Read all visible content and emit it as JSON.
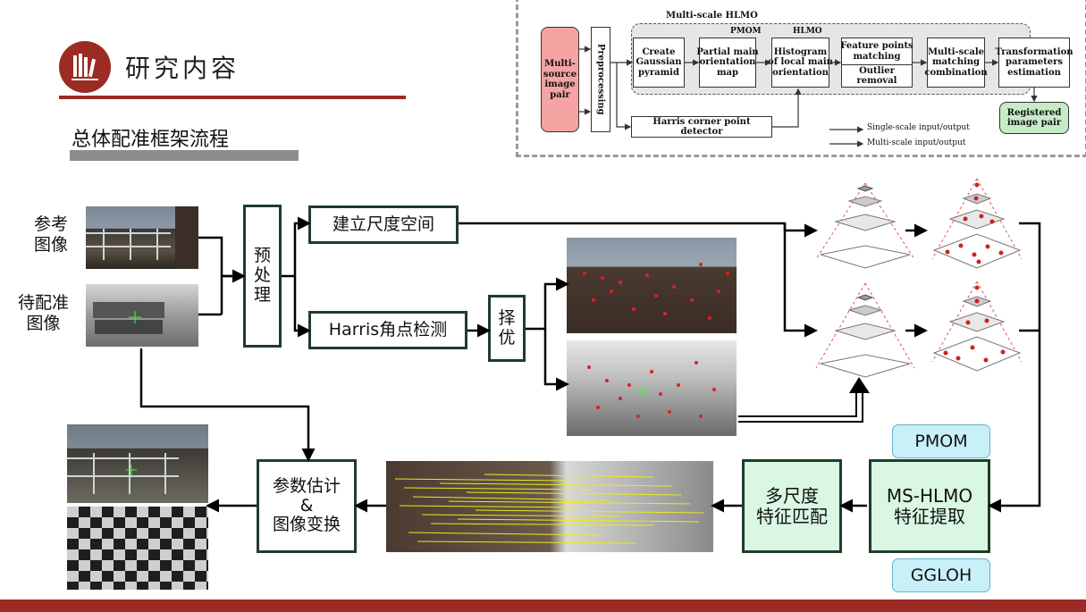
{
  "header": {
    "title": "研究内容",
    "subtitle": "总体配准框架流程"
  },
  "diagram": {
    "ref_label": "参考\n图像",
    "sen_label": "待配准\n图像",
    "preprocess": "预\n处\n理",
    "scale_space": "建立尺度空间",
    "harris": "Harris角点检测",
    "select": "择\n优",
    "estimate": "参数估计\n&\n图像变换",
    "multiscale_match": "多尺度\n特征匹配",
    "extract": "MS-HLMO\n特征提取",
    "pmom_badge": "PMOM",
    "ggloh_badge": "GGLOH"
  },
  "schematic": {
    "group_title": "Multi-scale HLMO",
    "pmom_label": "PMOM",
    "hlmo_label": "HLMO",
    "input_box": "Multi-\nsource\nimage\npair",
    "preprocessing": "Preprocessing",
    "gaussian": "Create\nGaussian\npyramid",
    "partial": "Partial main\norientation\nmap",
    "histogram": "Histogram\nof local main\norientation",
    "feature_matching": "Feature points\nmatching",
    "outlier": "Outlier removal",
    "combination": "Multi-scale\nmatching\ncombination",
    "transformation": "Transformation\nparameters\nestimation",
    "registered": "Registered\nimage pair",
    "harris": "Harris corner point detector",
    "legend_single": "Single-scale input/output",
    "legend_multi": "Multi-scale input/output",
    "colors": {
      "input_fill": "#f5a3a3",
      "output_fill": "#c5ecc5",
      "group_fill": "#e6e6e6"
    }
  },
  "colors": {
    "accent": "#9c2b24",
    "box_border": "#1f3d2a",
    "green_fill": "#d9f7e3",
    "badge_fill": "#c8f0f9"
  }
}
